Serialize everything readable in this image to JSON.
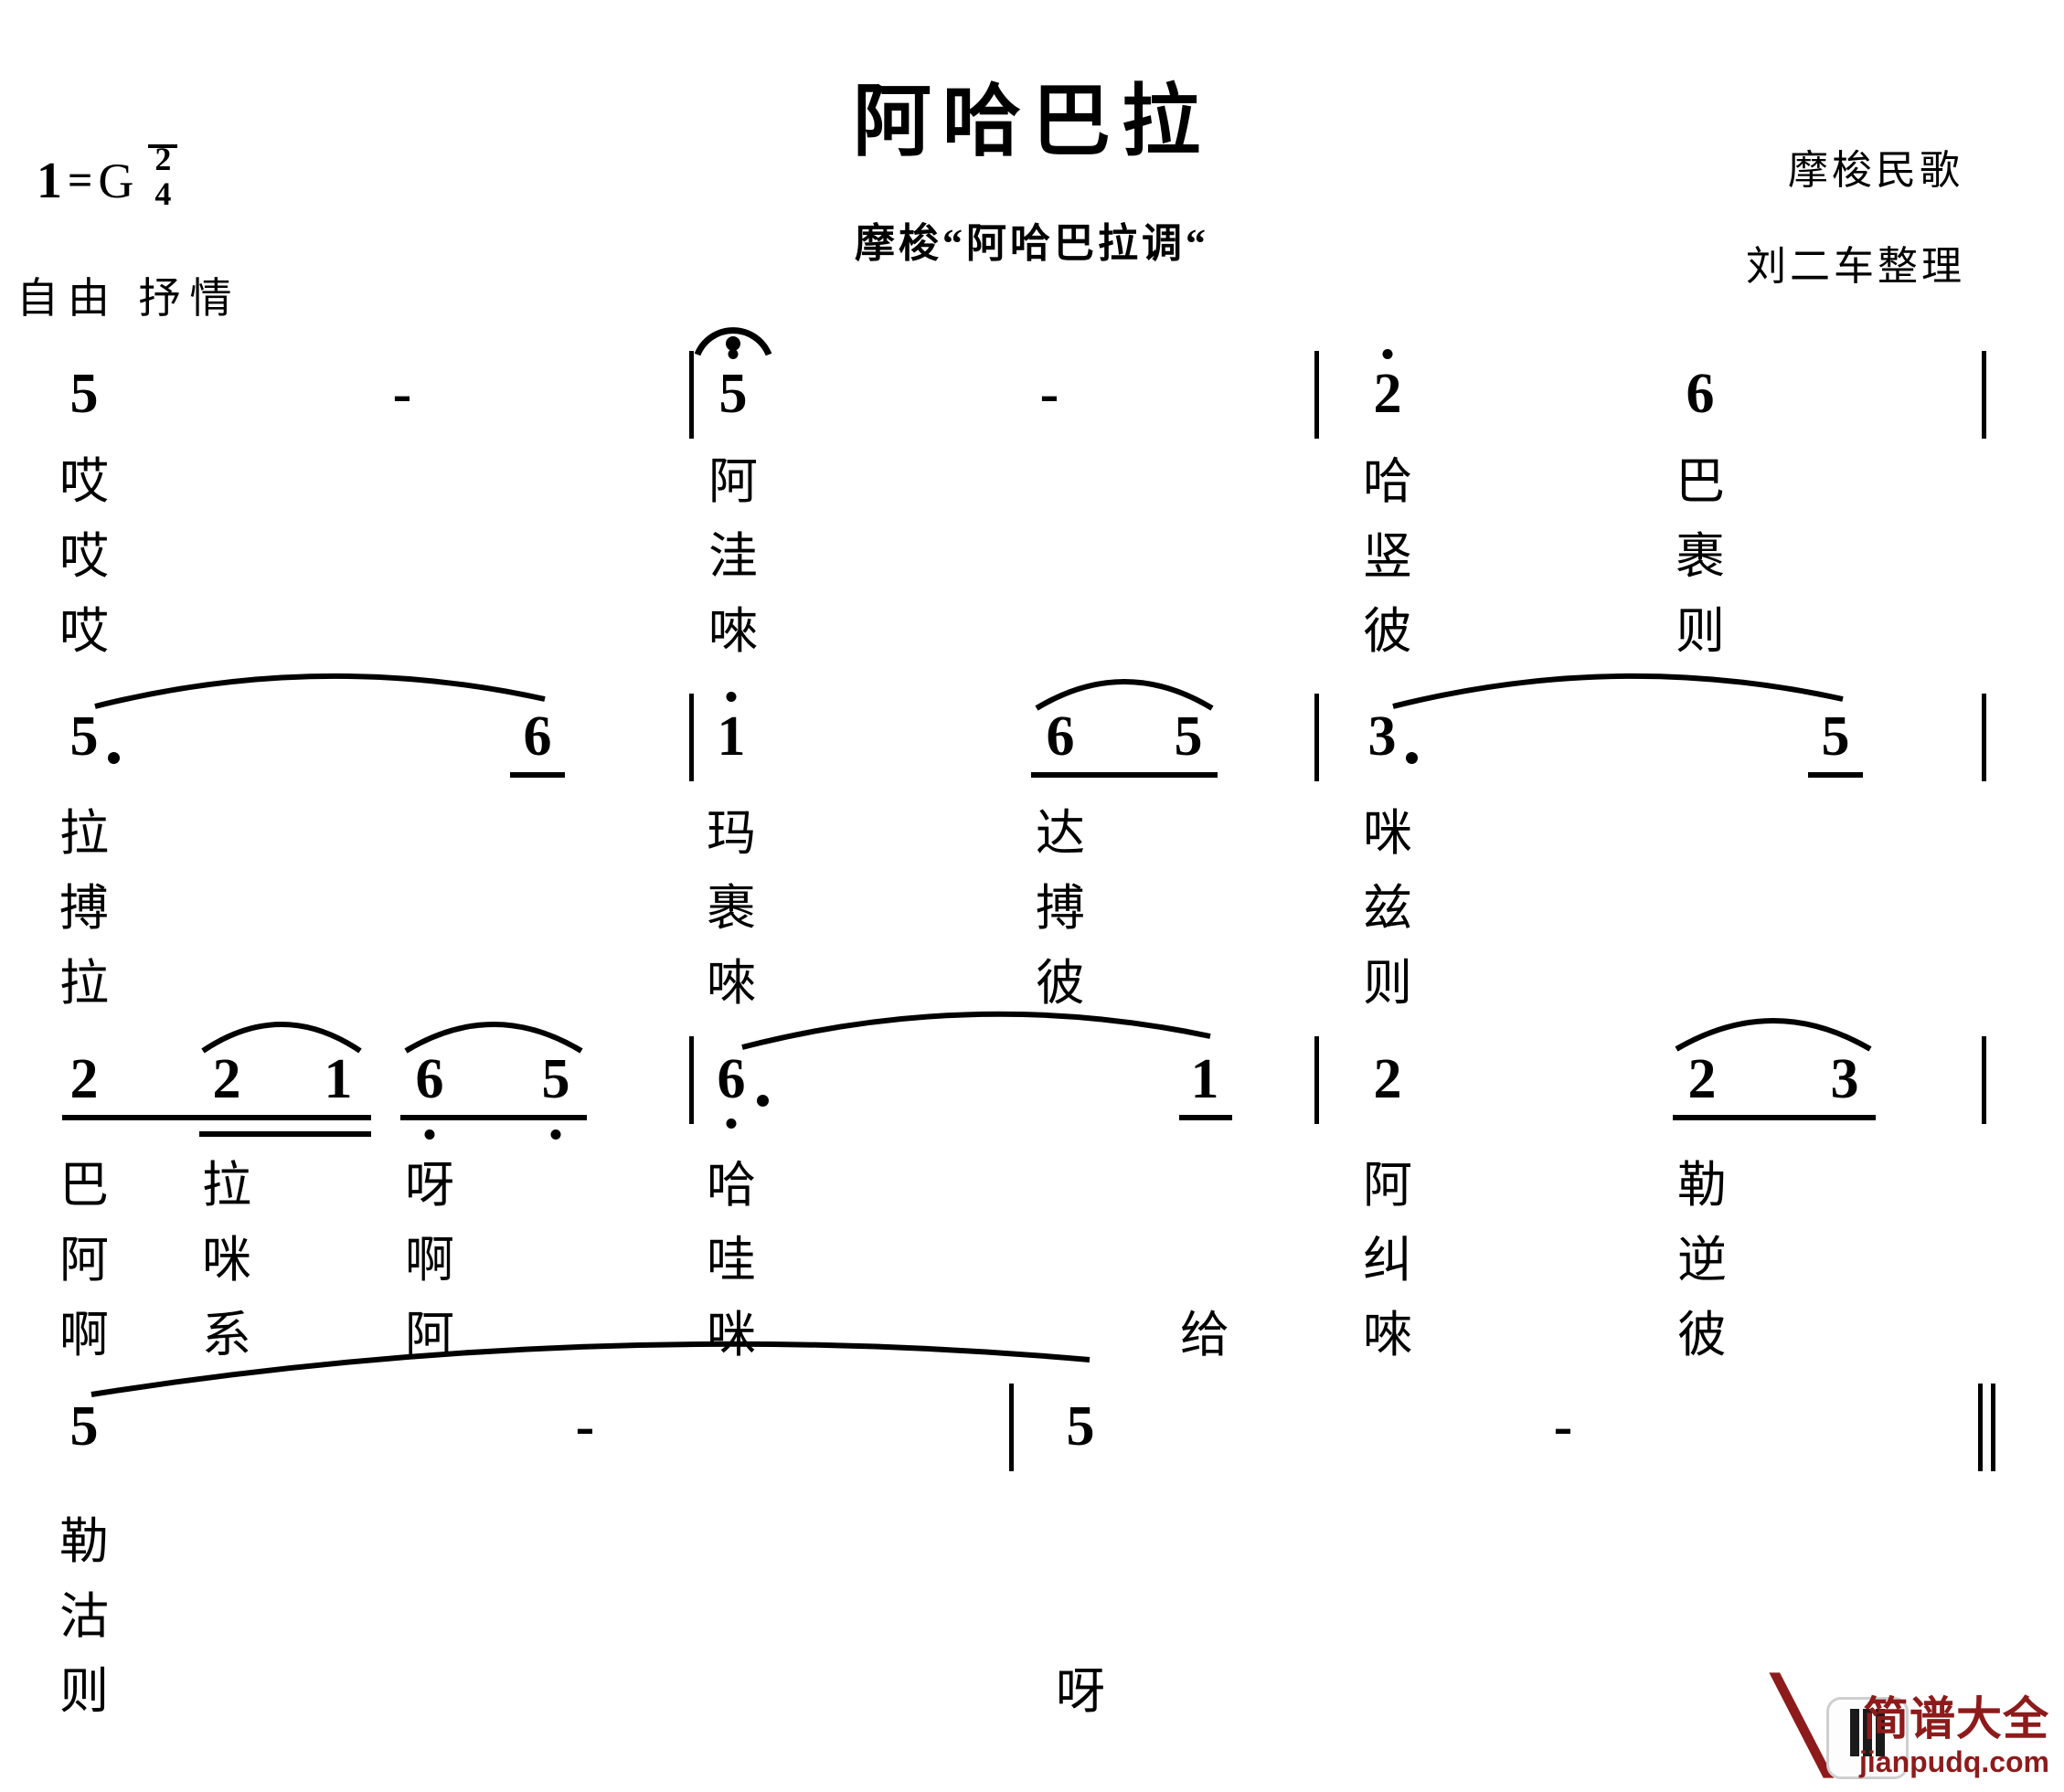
{
  "header": {
    "title": "阿哈巴拉",
    "subtitle": "摩梭“阿哈巴拉调“",
    "credit_line1": "摩梭民歌",
    "credit_line2": "刘二车整理",
    "key_do": "1",
    "key_equals": "=",
    "key_name": "G",
    "time_numerator": "2",
    "time_denominator": "4",
    "tempo_expression": "自由  抒情"
  },
  "chart_data": {
    "type": "table",
    "title": "阿哈巴拉",
    "notation": "jianpu",
    "key": "1=G",
    "time_signature": "2/4",
    "expression": "自由 抒情",
    "lyric_verses": 3,
    "systems": [
      {
        "index": 1,
        "measures": [
          {
            "notes": [
              {
                "pitch": "5",
                "octave": 0,
                "duration": "half",
                "dash": "-",
                "lyrics": [
                  "哎",
                  "哎",
                  "哎"
                ]
              }
            ]
          },
          {
            "notes": [
              {
                "pitch": "5",
                "octave": 1,
                "duration": "half",
                "dash": "-",
                "fermata": true,
                "lyrics": [
                  "阿",
                  "洼",
                  "唻"
                ]
              }
            ]
          },
          {
            "notes": [
              {
                "pitch": "2",
                "octave": 1,
                "duration": "quarter",
                "lyrics": [
                  "哈",
                  "竖",
                  "彼"
                ]
              },
              {
                "pitch": "6",
                "octave": 0,
                "duration": "quarter",
                "lyrics": [
                  "巴",
                  "裹",
                  "则"
                ]
              }
            ]
          }
        ]
      },
      {
        "index": 2,
        "measures": [
          {
            "slur": true,
            "notes": [
              {
                "pitch": "5",
                "octave": 0,
                "duration": "dotted-quarter",
                "dotted": true,
                "lyrics": [
                  "拉",
                  "搏",
                  "拉"
                ]
              },
              {
                "pitch": "6",
                "octave": 0,
                "duration": "eighth",
                "beam": 1,
                "lyrics": [
                  "",
                  "",
                  ""
                ]
              }
            ]
          },
          {
            "notes": [
              {
                "pitch": "1",
                "octave": 1,
                "duration": "quarter",
                "lyrics": [
                  "玛",
                  "裹",
                  "唻"
                ]
              },
              {
                "pitch": "6",
                "octave": 0,
                "duration": "eighth",
                "beam": 1,
                "slur_start": true,
                "lyrics": [
                  "达",
                  "搏",
                  "彼"
                ]
              },
              {
                "pitch": "5",
                "octave": 0,
                "duration": "eighth",
                "beam": 1,
                "slur_end": true,
                "lyrics": [
                  "",
                  "",
                  ""
                ]
              }
            ]
          },
          {
            "slur": true,
            "notes": [
              {
                "pitch": "3",
                "octave": 0,
                "duration": "dotted-quarter",
                "dotted": true,
                "lyrics": [
                  "咪",
                  "兹",
                  "则"
                ]
              },
              {
                "pitch": "5",
                "octave": 0,
                "duration": "eighth",
                "beam": 1,
                "lyrics": [
                  "",
                  "",
                  ""
                ]
              }
            ]
          }
        ]
      },
      {
        "index": 3,
        "measures": [
          {
            "notes": [
              {
                "pitch": "2",
                "octave": 0,
                "duration": "eighth",
                "beam": 1,
                "lyrics": [
                  "巴",
                  "阿",
                  "啊"
                ]
              },
              {
                "pitch": "2",
                "octave": 0,
                "duration": "sixteenth",
                "beam": 2,
                "slur_start": true,
                "lyrics": [
                  "拉",
                  "咪",
                  "系"
                ]
              },
              {
                "pitch": "1",
                "octave": 0,
                "duration": "sixteenth",
                "beam": 2,
                "slur_end": true,
                "lyrics": [
                  "",
                  "",
                  ""
                ]
              },
              {
                "pitch": "6",
                "octave": -1,
                "duration": "eighth",
                "beam": 1,
                "slur_start": true,
                "lyrics": [
                  "呀",
                  "啊",
                  "阿"
                ]
              },
              {
                "pitch": "5",
                "octave": -1,
                "duration": "eighth",
                "beam": 1,
                "slur_end": true,
                "lyrics": [
                  "",
                  "",
                  ""
                ]
              }
            ]
          },
          {
            "slur": true,
            "notes": [
              {
                "pitch": "6",
                "octave": -1,
                "duration": "dotted-quarter",
                "dotted": true,
                "lyrics": [
                  "哈",
                  "哇",
                  "咪"
                ]
              },
              {
                "pitch": "1",
                "octave": 0,
                "duration": "eighth",
                "beam": 1,
                "lyrics": [
                  "",
                  "",
                  "给"
                ]
              }
            ]
          },
          {
            "notes": [
              {
                "pitch": "2",
                "octave": 0,
                "duration": "quarter",
                "lyrics": [
                  "阿",
                  "纠",
                  "唻"
                ]
              },
              {
                "pitch": "2",
                "octave": 0,
                "duration": "eighth",
                "beam": 1,
                "slur_start": true,
                "lyrics": [
                  "勒",
                  "逆",
                  "彼"
                ]
              },
              {
                "pitch": "3",
                "octave": 0,
                "duration": "eighth",
                "beam": 1,
                "slur_end": true,
                "lyrics": [
                  "",
                  "",
                  ""
                ]
              }
            ]
          }
        ]
      },
      {
        "index": 4,
        "measures": [
          {
            "notes": [
              {
                "pitch": "5",
                "octave": 0,
                "duration": "half",
                "dash": "-",
                "lyrics": [
                  "勒",
                  "沽",
                  "则"
                ]
              }
            ]
          },
          {
            "final_barline": true,
            "notes": [
              {
                "pitch": "5",
                "octave": 0,
                "duration": "half",
                "dash": "-",
                "lyrics": [
                  "",
                  "",
                  "呀"
                ]
              }
            ]
          }
        ]
      }
    ]
  },
  "notes": {
    "r1": {
      "n1": "5",
      "d1": "-",
      "n2": "5",
      "d2": "-",
      "n3": "2",
      "n4": "6"
    },
    "r2": {
      "n1": "5",
      "n2": "6",
      "n3": "1",
      "n4": "6",
      "n5": "5",
      "n6": "3",
      "n7": "5"
    },
    "r3": {
      "n1": "2",
      "n2": "2",
      "n3": "1",
      "n4": "6",
      "n5": "5",
      "n6": "6",
      "n7": "1",
      "n8": "2",
      "n9": "2",
      "n10": "3"
    },
    "r4": {
      "n1": "5",
      "d1": "-",
      "n2": "5",
      "d2": "-"
    }
  },
  "lyrics": {
    "r1": {
      "v1": {
        "a": "哎",
        "b": "阿",
        "c": "哈",
        "d": "巴"
      },
      "v2": {
        "a": "哎",
        "b": "洼",
        "c": "竖",
        "d": "裹"
      },
      "v3": {
        "a": "哎",
        "b": "唻",
        "c": "彼",
        "d": "则"
      }
    },
    "r2": {
      "v1": {
        "a": "拉",
        "b": "玛",
        "c": "达",
        "d": "咪"
      },
      "v2": {
        "a": "搏",
        "b": "裹",
        "c": "搏",
        "d": "兹"
      },
      "v3": {
        "a": "拉",
        "b": "唻",
        "c": "彼",
        "d": "则"
      }
    },
    "r3": {
      "v1": {
        "a": "巴",
        "b": "拉",
        "c": "呀",
        "d": "哈",
        "e": "",
        "f": "阿",
        "g": "勒"
      },
      "v2": {
        "a": "阿",
        "b": "咪",
        "c": "啊",
        "d": "哇",
        "e": "",
        "f": "纠",
        "g": "逆"
      },
      "v3": {
        "a": "啊",
        "b": "系",
        "c": "阿",
        "d": "咪",
        "e": "给",
        "f": "唻",
        "g": "彼"
      }
    },
    "r4": {
      "v1": {
        "a": "勒"
      },
      "v2": {
        "a": "沽"
      },
      "v3": {
        "a": "则",
        "b": "呀"
      }
    }
  },
  "watermark": {
    "brand": "简谱大全",
    "url": "jianpudq.com",
    "color": "#8d1b1b"
  }
}
